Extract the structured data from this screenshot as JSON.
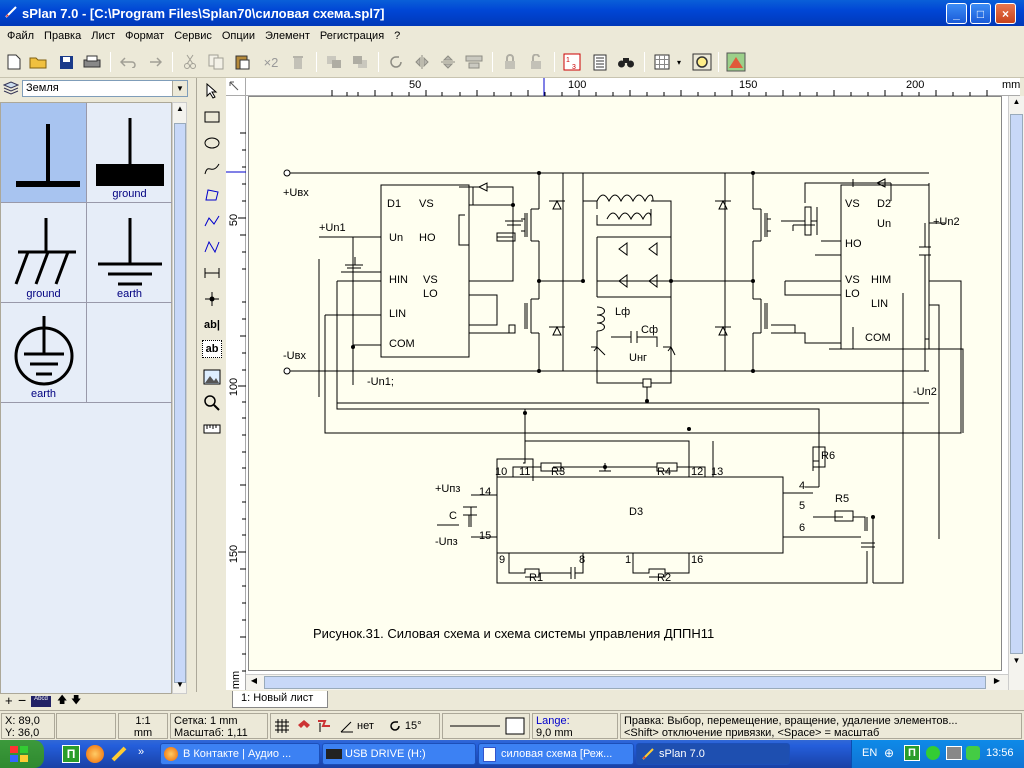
{
  "window": {
    "title": "sPlan 7.0 - [C:\\Program Files\\Splan70\\силовая схема.spl7]"
  },
  "menu": [
    "Файл",
    "Правка",
    "Лист",
    "Формат",
    "Сервис",
    "Опции",
    "Элемент",
    "Регистрация",
    "?"
  ],
  "toolbar": {
    "copy_x2_label": "×2"
  },
  "library": {
    "selected": "Земля",
    "items": [
      {
        "label": ""
      },
      {
        "label": "ground"
      },
      {
        "label": "ground"
      },
      {
        "label": "earth"
      },
      {
        "label": "earth"
      }
    ]
  },
  "tools": {
    "text_label_1": "ab|",
    "text_label_2": "ab"
  },
  "ruler": {
    "h_ticks": [
      "50",
      "100",
      "150",
      "200"
    ],
    "h_unit": "mm",
    "v_ticks": [
      "50",
      "100",
      "150"
    ],
    "v_unit": "mm"
  },
  "schematic": {
    "caption": "Рисунок.31.  Силовая схема и схема системы управления ДППН11",
    "labels": {
      "uvx_plus": "+Uвх",
      "uvx_minus": "-Uвх",
      "un1_plus": "+Un1",
      "un1_minus": "-Un1;",
      "un2_plus": "+Un2",
      "un2_minus": "-Un2",
      "d1": "D1",
      "d1_vs": "VS",
      "d1_un": "Un",
      "d1_ho": "HO",
      "d1_hin": "HIN",
      "d1_vs2": "VS",
      "d1_lo": "LO",
      "d1_lin": "LIN",
      "d1_com": "COM",
      "d2": "D2",
      "d2_vs": "VS",
      "d2_un": "Un",
      "d2_ho": "HO",
      "d2_vs2": "VS",
      "d2_lo": "LO",
      "d2_him": "HIM",
      "d2_lin": "LIN",
      "d2_com": "COM",
      "lf": "Lф",
      "cf": "Cф",
      "ung": "Uнг",
      "d3": "D3",
      "r1": "R1",
      "r2": "R2",
      "r3": "R3",
      "r4": "R4",
      "r5": "R5",
      "r6": "R6",
      "c": "C",
      "uz_plus": "+Uпз",
      "uz_minus": "-Uпз",
      "p4": "4",
      "p5": "5",
      "p6": "6",
      "p8": "8",
      "p9": "9",
      "p1": "1",
      "p10": "10",
      "p11": "11",
      "p12": "12",
      "p13": "13",
      "p14": "14",
      "p15": "15",
      "p16": "16"
    }
  },
  "sheet_tab": "1: Новый лист",
  "status": {
    "x": "X: 89,0",
    "y": "Y: 36,0",
    "scale_ratio": "1:1",
    "scale_unit": "mm",
    "grid": "Сетка: 1 mm",
    "zoom": "Масштаб:  1,11",
    "snap_label": "нет",
    "angle": "15°",
    "lange_label": "Lange:",
    "lange_value": "9,0 mm",
    "hint1": "Правка: Выбор, перемещение, вращение, удаление элементов...",
    "hint2": "<Shift> отключение привязки, <Space> = масштаб"
  },
  "taskbar": {
    "tasks": [
      "В Контакте | Аудио ...",
      "USB DRIVE (H:)",
      "силовая схема [Реж...",
      "sPlan 7.0"
    ],
    "lang": "EN",
    "clock": "13:56"
  }
}
